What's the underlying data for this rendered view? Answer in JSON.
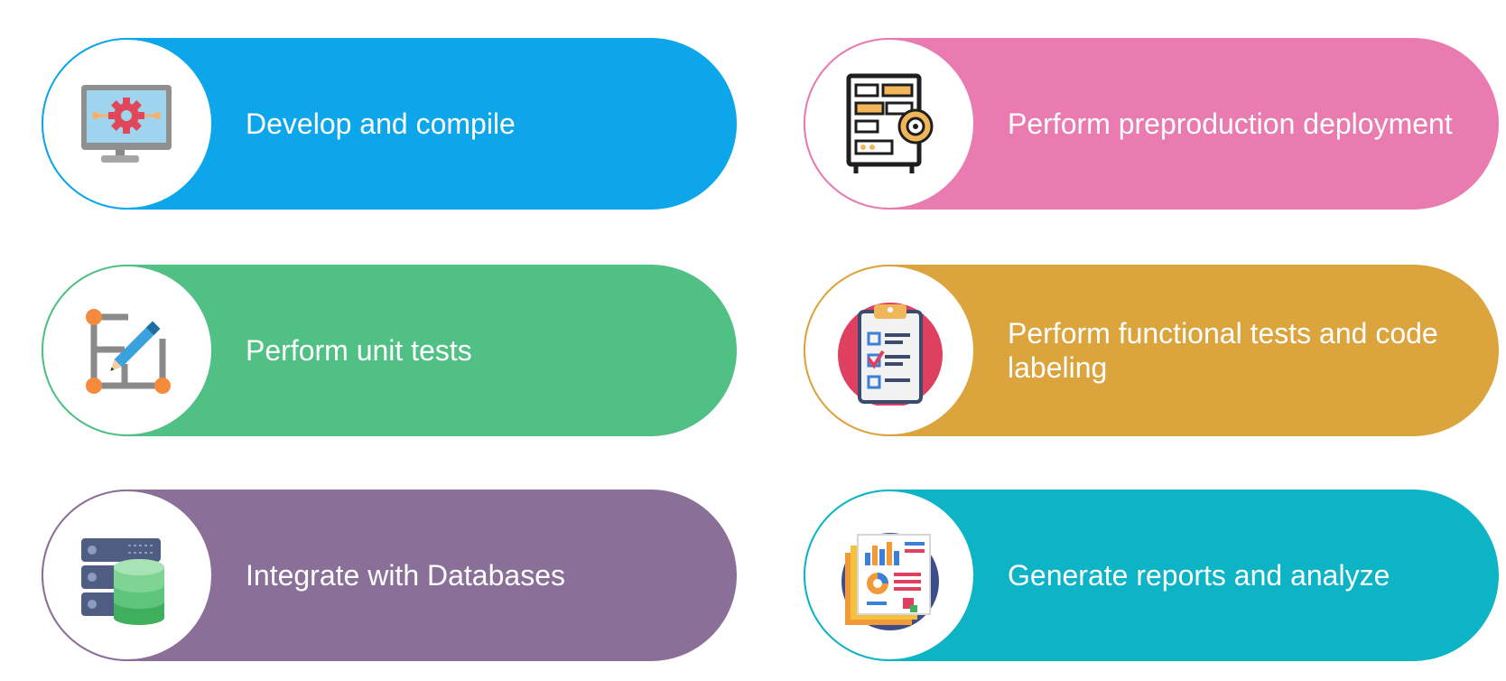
{
  "steps": [
    {
      "label": "Develop and compile",
      "icon": "monitor-gear-icon",
      "color": "#0ea6ea"
    },
    {
      "label": "Perform preproduction deployment",
      "icon": "server-rack-gear-icon",
      "color": "#e97bb0"
    },
    {
      "label": "Perform unit tests",
      "icon": "pencil-drawing-icon",
      "color": "#50c084"
    },
    {
      "label": "Perform functional tests and code labeling",
      "icon": "clipboard-checklist-icon",
      "color": "#dca43d"
    },
    {
      "label": "Integrate with Databases",
      "icon": "database-server-icon",
      "color": "#8a7099"
    },
    {
      "label": "Generate reports and analyze",
      "icon": "report-charts-icon",
      "color": "#0cb4c6"
    }
  ]
}
